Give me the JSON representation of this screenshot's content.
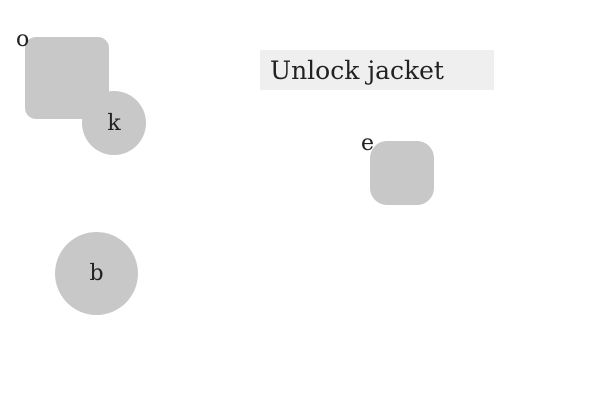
{
  "instruction": {
    "text": "Unlock jacket"
  },
  "targets": [
    {
      "id": "o",
      "label": "o",
      "shape": "rounded-square"
    },
    {
      "id": "k",
      "label": "k",
      "shape": "circle"
    },
    {
      "id": "b",
      "label": "b",
      "shape": "circle"
    },
    {
      "id": "e",
      "label": "e",
      "shape": "rounded-square"
    }
  ],
  "colors": {
    "shape_fill": "#c8c8c8",
    "instruction_background": "#efefef",
    "text": "#222222",
    "background": "#ffffff"
  }
}
